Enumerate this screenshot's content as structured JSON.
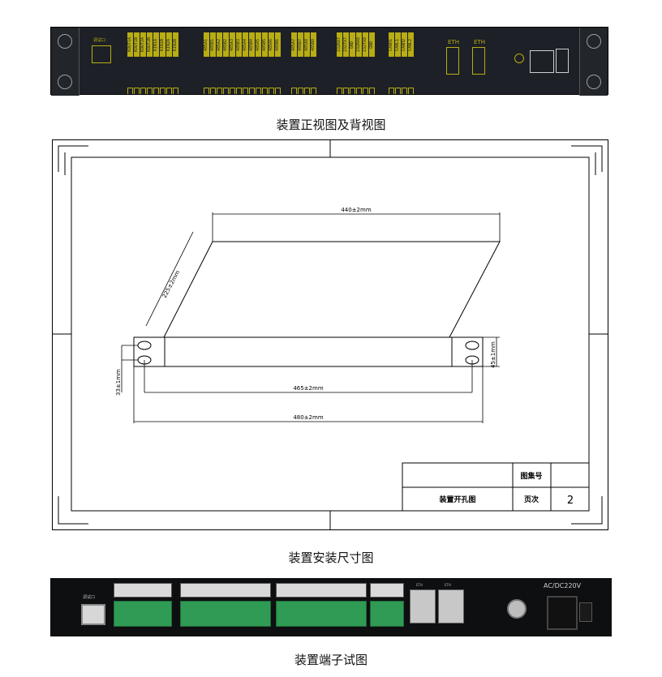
{
  "front_panel": {
    "button_label": "调试口",
    "terminal_group1": [
      "KOUT1A",
      "KOUT1B",
      "KOUT2A",
      "KOUT2B",
      "KIN1A",
      "KIN1B",
      "KIN2A",
      "KIN2B"
    ],
    "terminal_group2": [
      "485A1",
      "485B1",
      "485A2",
      "485B2",
      "485A3",
      "485B3",
      "485A4",
      "485B4",
      "485A5",
      "485B5",
      "485A6",
      "485B6"
    ],
    "terminal_group3": [
      "485A7",
      "485B7",
      "485A8",
      "485B8"
    ],
    "terminal_group4": [
      "232RX7",
      "232TX7",
      "GND",
      "232RX8",
      "232TX8",
      "GND"
    ],
    "terminal_group5": [
      "CANH1",
      "CANL1",
      "CANH2",
      "CANL2"
    ],
    "eth1_label": "ETH",
    "eth2_label": "ETH",
    "colors": {
      "panel": "#1d2026",
      "accent": "#b8ad13"
    }
  },
  "captions": {
    "front_back_view": "装置正视图及背视图",
    "install_dimensions": "装置安装尺寸图",
    "terminal_view": "装置端子试图"
  },
  "dimension_labels": {
    "top_width": "440±2mm",
    "depth": "225±2mm",
    "mount_spacing": "465±2mm",
    "total_width": "480±2mm",
    "hole_spacing": "33±1mm",
    "height": "45±1mm"
  },
  "title_block": {
    "atlas_no_label": "图集号",
    "drawing_name": "装置开孔图",
    "page_label": "页次",
    "page_number": "2"
  },
  "back_panel": {
    "power_label": "AC/DC220V",
    "port_label": "调试口",
    "eth1_label": "ETH",
    "eth2_label": "ETH"
  }
}
